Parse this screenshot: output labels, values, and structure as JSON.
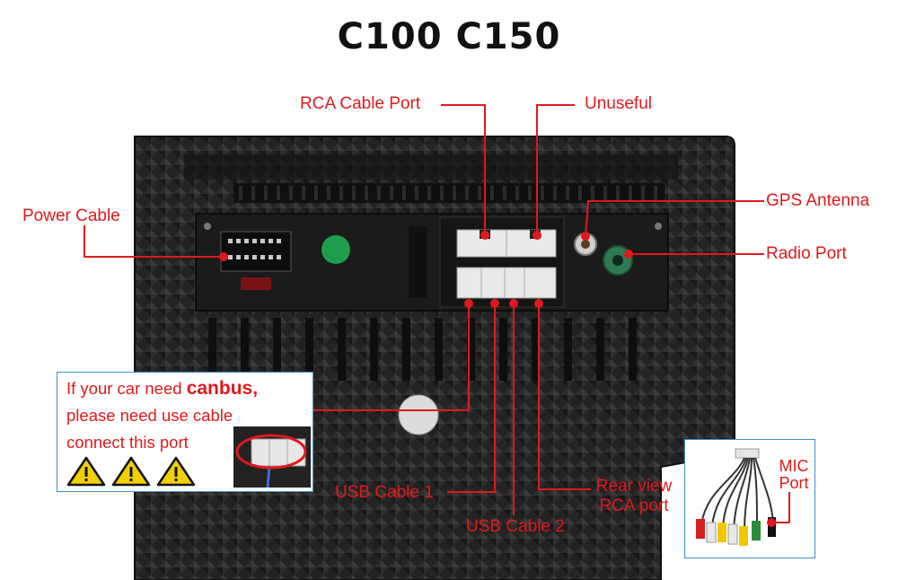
{
  "title": "C100  C150",
  "labels": {
    "rca_cable_port": "RCA Cable Port",
    "unuseful": "Unuseful",
    "gps_antenna": "GPS Antenna",
    "power_cable": "Power Cable",
    "radio_port": "Radio Port",
    "usb_cable_1": "USB Cable 1",
    "usb_cable_2": "USB Cable 2",
    "rear_view_line1": "Rear view",
    "rear_view_line2": "RCA port",
    "mic_line1": "MIC",
    "mic_line2": "Port"
  },
  "note": {
    "line1_prefix": "If your car need ",
    "line1_bold": "canbus,",
    "line2": "please need use cable",
    "line3": "connect this port"
  },
  "colors": {
    "annotation": "#e0191e",
    "box_border": "#3b8fd0",
    "panel": "#1e1e1e",
    "warning": "#f2d000"
  }
}
